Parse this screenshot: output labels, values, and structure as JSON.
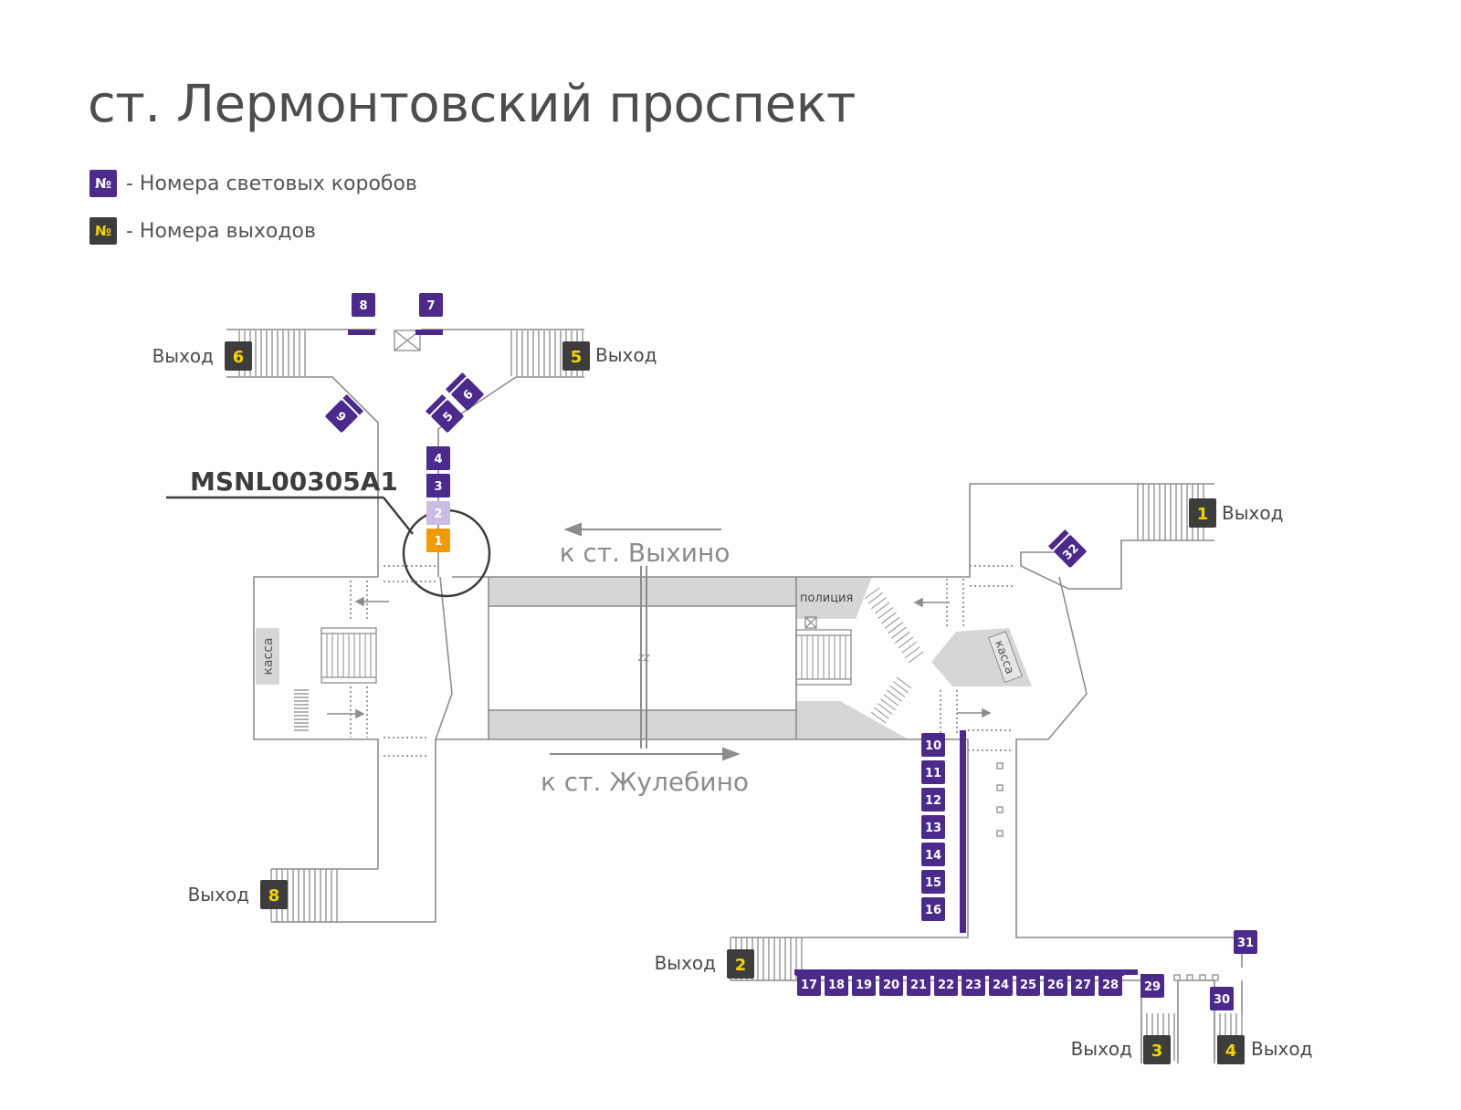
{
  "title": "ст. Лермонтовский проспект",
  "legend": [
    {
      "symbol": "№",
      "text": "- Номера световых коробов",
      "style": "lightbox"
    },
    {
      "symbol": "№",
      "text": "- Номера выходов",
      "style": "exit"
    }
  ],
  "colors": {
    "lightbox": "#4b2a8c",
    "lightbox_dimmed": "#c9bde3",
    "highlight": "#f29a05",
    "exit_bg": "#3d3d3d",
    "exit_text": "#f5d300",
    "walls": "#8c8c8c",
    "platform": "#d6d6d6"
  },
  "callout": "MSNL00305A1",
  "directions": {
    "vykhino": "к ст. Выхино",
    "zhulebino": "к ст. Жулебино"
  },
  "labels": {
    "kassa_left": "касса",
    "kassa_right": "касса",
    "police": "полиция",
    "exit_word": "Выход"
  },
  "exits": [
    {
      "number": "1",
      "label": "Выход"
    },
    {
      "number": "2",
      "label": "Выход"
    },
    {
      "number": "3",
      "label": "Выход"
    },
    {
      "number": "4",
      "label": "Выход"
    },
    {
      "number": "5",
      "label": "Выход"
    },
    {
      "number": "6",
      "label": "Выход"
    },
    {
      "number": "8",
      "label": "Выход"
    }
  ],
  "lightboxes": [
    {
      "number": "1",
      "state": "highlighted"
    },
    {
      "number": "2",
      "state": "dimmed"
    },
    {
      "number": "3",
      "state": "normal"
    },
    {
      "number": "4",
      "state": "normal"
    },
    {
      "number": "5",
      "state": "normal"
    },
    {
      "number": "6",
      "state": "normal"
    },
    {
      "number": "7",
      "state": "normal"
    },
    {
      "number": "8",
      "state": "normal"
    },
    {
      "number": "9",
      "state": "normal"
    },
    {
      "number": "10",
      "state": "normal"
    },
    {
      "number": "11",
      "state": "normal"
    },
    {
      "number": "12",
      "state": "normal"
    },
    {
      "number": "13",
      "state": "normal"
    },
    {
      "number": "14",
      "state": "normal"
    },
    {
      "number": "15",
      "state": "normal"
    },
    {
      "number": "16",
      "state": "normal"
    },
    {
      "number": "17",
      "state": "normal"
    },
    {
      "number": "18",
      "state": "normal"
    },
    {
      "number": "19",
      "state": "normal"
    },
    {
      "number": "20",
      "state": "normal"
    },
    {
      "number": "21",
      "state": "normal"
    },
    {
      "number": "22",
      "state": "normal"
    },
    {
      "number": "23",
      "state": "normal"
    },
    {
      "number": "24",
      "state": "normal"
    },
    {
      "number": "25",
      "state": "normal"
    },
    {
      "number": "26",
      "state": "normal"
    },
    {
      "number": "27",
      "state": "normal"
    },
    {
      "number": "28",
      "state": "normal"
    },
    {
      "number": "29",
      "state": "normal"
    },
    {
      "number": "30",
      "state": "normal"
    },
    {
      "number": "31",
      "state": "normal"
    },
    {
      "number": "32",
      "state": "normal"
    }
  ]
}
